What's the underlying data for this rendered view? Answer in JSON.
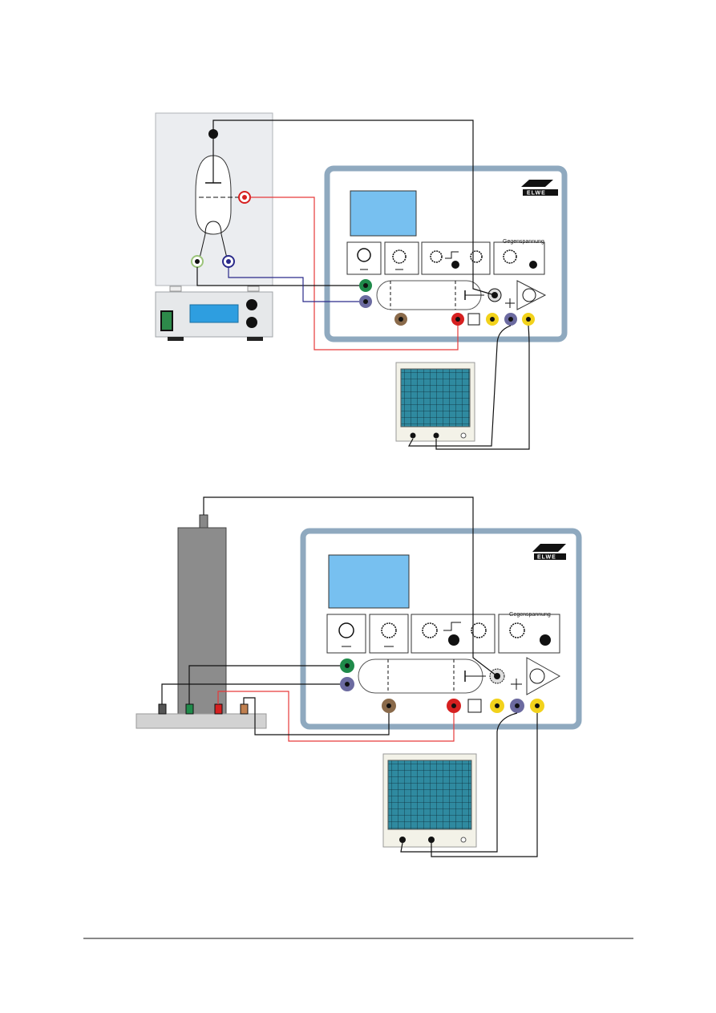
{
  "diagram1": {
    "control_panel": {
      "brand": "ELWE",
      "label_counter_voltage": "Gegenspannung"
    }
  },
  "diagram2": {
    "control_panel": {
      "brand": "ELWE",
      "label_counter_voltage": "Gegenspannung"
    }
  },
  "colors": {
    "panel_frame": "#8fa9bf",
    "screen_blue": "#77c0f0",
    "oscilloscope_screen": "#2f8aa0",
    "wire_red": "#e63a3a",
    "wire_blue": "#2a2a8a",
    "socket_green": "#1f8a4a",
    "socket_yellow": "#f2d21b",
    "socket_red": "#d62020",
    "socket_brown": "#8a6a4a",
    "tube_column": "#8c8c8c"
  }
}
